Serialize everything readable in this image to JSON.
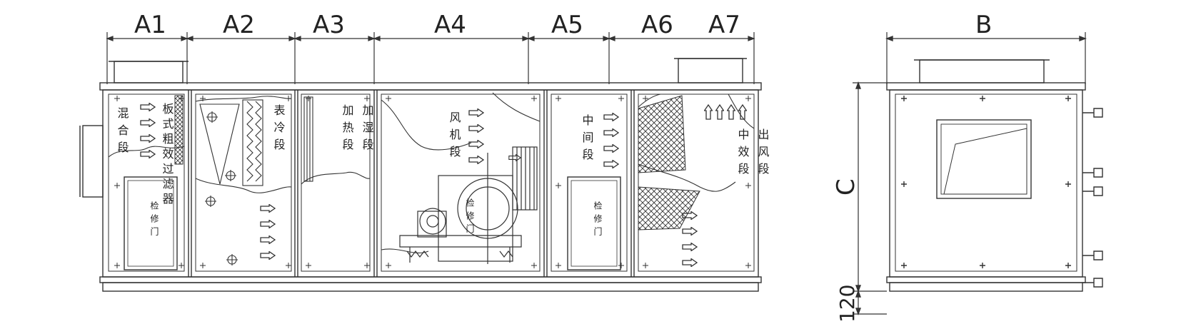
{
  "dimensions": {
    "top": [
      "A1",
      "A2",
      "A3",
      "A4",
      "A5",
      "A6",
      "A7"
    ],
    "side_width": "B",
    "side_height": "C",
    "side_base": "120"
  },
  "sections": {
    "mixing": "混合段",
    "plate_filter": "板式粗效过滤器",
    "surface_cooler": "表冷段",
    "heating": "加热段",
    "humidifying": "加湿段",
    "fan": "风机段",
    "intermediate": "中间段",
    "medium_filter": "中效段",
    "outlet": "出风段"
  },
  "doors": {
    "access_door": "检修门"
  }
}
